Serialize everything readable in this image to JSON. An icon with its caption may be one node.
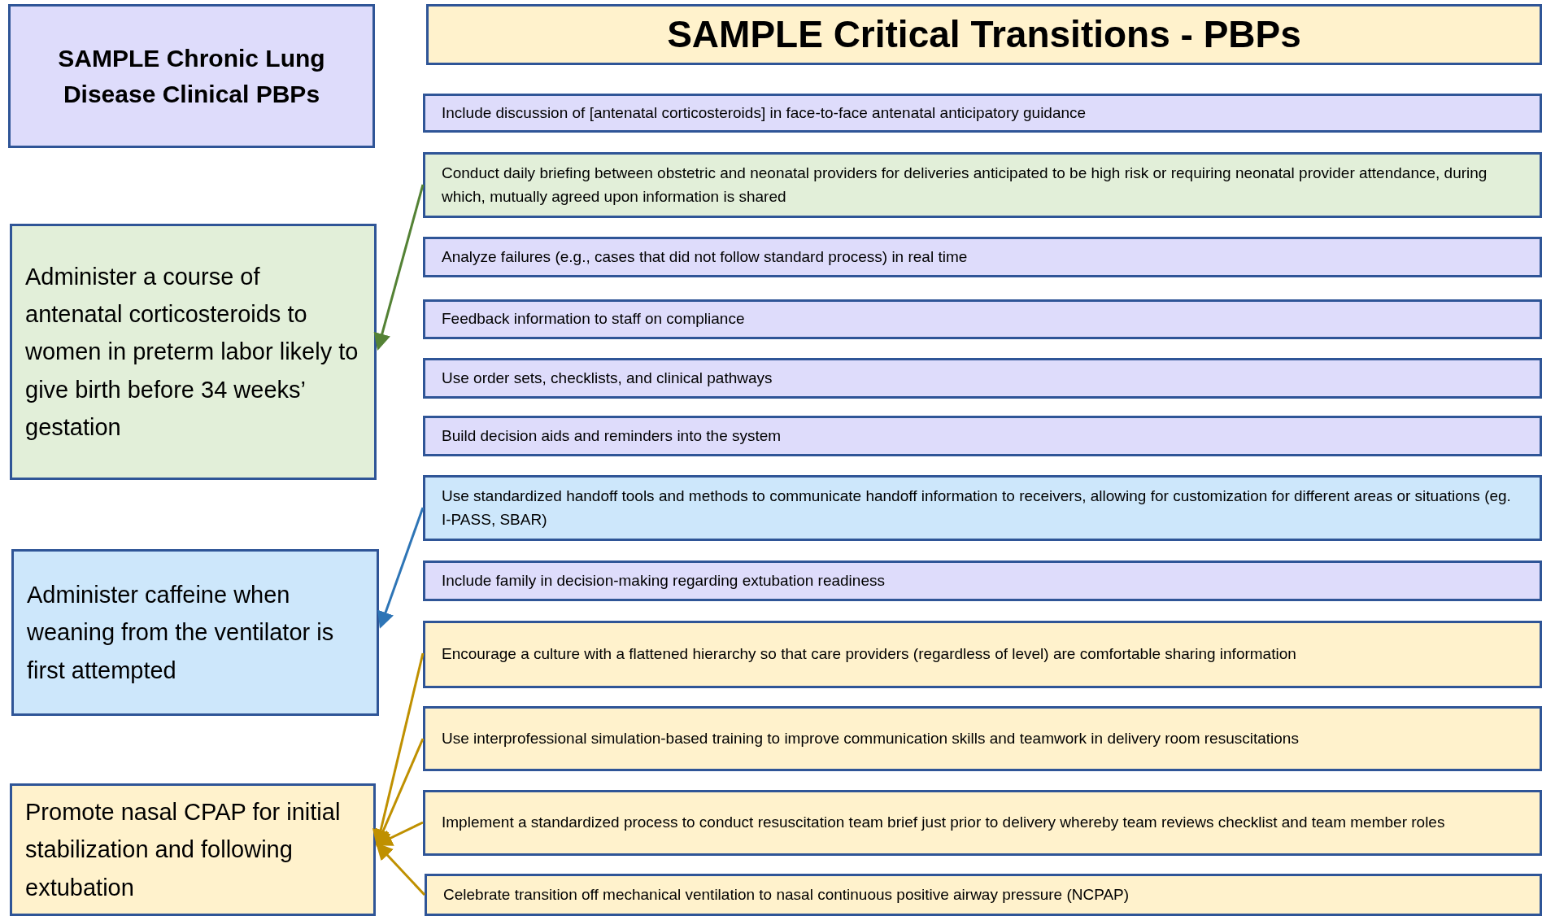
{
  "diagram": {
    "nodes": [
      {
        "text": [
          "SAMPLE Chronic Lung Disease Clinical PBPs"
        ]
      },
      {
        "text": [
          "Administer a course of antenatal corticosteroids to women in preterm labor likely to give birth before 34 weeks’ gestation"
        ]
      },
      {
        "text": [
          "Administer caffeine when weaning from the ventilator is first attempted"
        ]
      },
      {
        "text": [
          "Promote nasal CPAP for initial stabilization and following extubation"
        ]
      },
      {
        "text": [
          "SAMPLE Critical Transitions - PBPs"
        ]
      },
      {
        "text": [
          "Include discussion of [antenatal corticosteroids] in face-to-face antenatal anticipatory guidance"
        ]
      },
      {
        "text": [
          "Conduct daily briefing between obstetric and neonatal providers for deliveries anticipated to be high risk or requiring neonatal provider attendance, during which, mutually agreed upon information is shared"
        ]
      },
      {
        "text": [
          "Analyze failures (e.g., cases that did not follow standard process) in real time"
        ]
      },
      {
        "text": [
          "Feedback information to staff on compliance"
        ]
      },
      {
        "text": [
          "Use order sets, checklists, and clinical pathways"
        ]
      },
      {
        "text": [
          "Build decision aids and reminders into the system"
        ]
      },
      {
        "text": [
          "Use standardized handoff tools and methods to communicate handoff information to receivers, allowing for customization for different areas or situations (eg. I-PASS, SBAR)"
        ]
      },
      {
        "text": [
          "Include family in decision-making regarding extubation readiness"
        ]
      },
      {
        "text": [
          "Encourage a culture with a flattened hierarchy so that care providers (regardless of level) are comfortable sharing information"
        ]
      },
      {
        "text": [
          "Use interprofessional simulation-based training to improve communication skills and teamwork in delivery room resuscitations"
        ]
      },
      {
        "text": [
          "Implement a standardized process to conduct resuscitation team brief just prior to delivery whereby team reviews checklist and team member roles"
        ]
      },
      {
        "text": [
          "Celebrate transition off mechanical ventilation to nasal continuous positive airway pressure (NCPAP)"
        ]
      }
    ],
    "edges": [
      {
        "from": 6,
        "to": 1,
        "arrow": "to",
        "color": "#548235"
      },
      {
        "from": 11,
        "to": 2,
        "arrow": "to",
        "color": "#2e75b6"
      },
      {
        "from": 13,
        "to": 3,
        "arrow": "to"
      },
      {
        "from": 14,
        "to": 3,
        "arrow": "to"
      },
      {
        "from": 15,
        "to": 3,
        "arrow": "to"
      },
      {
        "from": 16,
        "to": 3,
        "arrow": "to"
      }
    ]
  }
}
